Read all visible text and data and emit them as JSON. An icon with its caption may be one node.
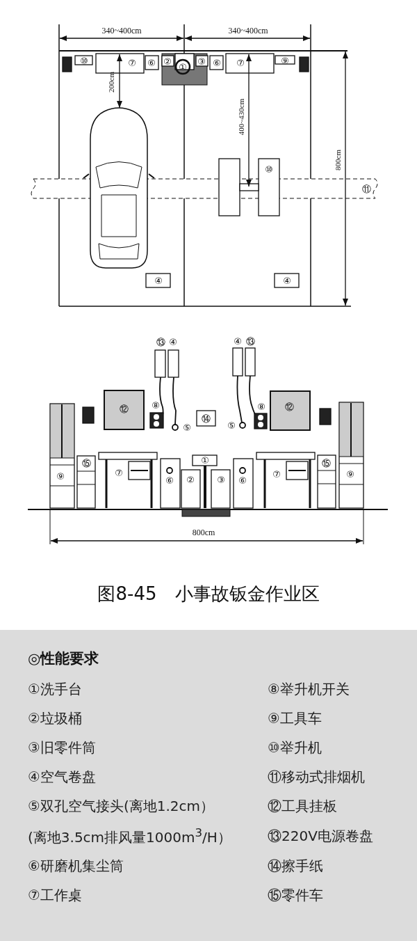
{
  "diagram": {
    "caption": "图8-45　小事故钣金作业区",
    "labels": [
      "340~400cm",
      "340~400cm",
      "⑩",
      "⑦",
      "⑥",
      "②",
      "①",
      "③",
      "⑥",
      "⑦",
      "⑨",
      "200cm",
      "400~430cm",
      "800cm",
      "⑩",
      "⑪",
      "④",
      "④",
      "⑬",
      "④",
      "④",
      "⑬",
      "⑫",
      "⑧",
      "⑭",
      "⑧",
      "⑫",
      "⑤",
      "⑤",
      "⑮",
      "①",
      "⑮",
      "⑦",
      "⑨",
      "⑥",
      "②",
      "③",
      "⑥",
      "⑦",
      "⑨",
      "800cm",
      "◎性能要求",
      "①洗手台",
      "②垃圾桶",
      "③旧零件筒",
      "④空气卷盘",
      "⑤双孔空气接头(离地1.2cm）",
      "(离地3.5cm排风量1000m$^{3}$/H）",
      "⑥研磨机集尘筒",
      "⑦工作桌",
      "⑧举升机开关",
      "⑨工具车",
      "⑩举升机",
      "⑪移动式排烟机",
      "⑫工具挂板",
      "⑬220V电源卷盘",
      "⑭擦手纸",
      "⑮零件车"
    ]
  }
}
